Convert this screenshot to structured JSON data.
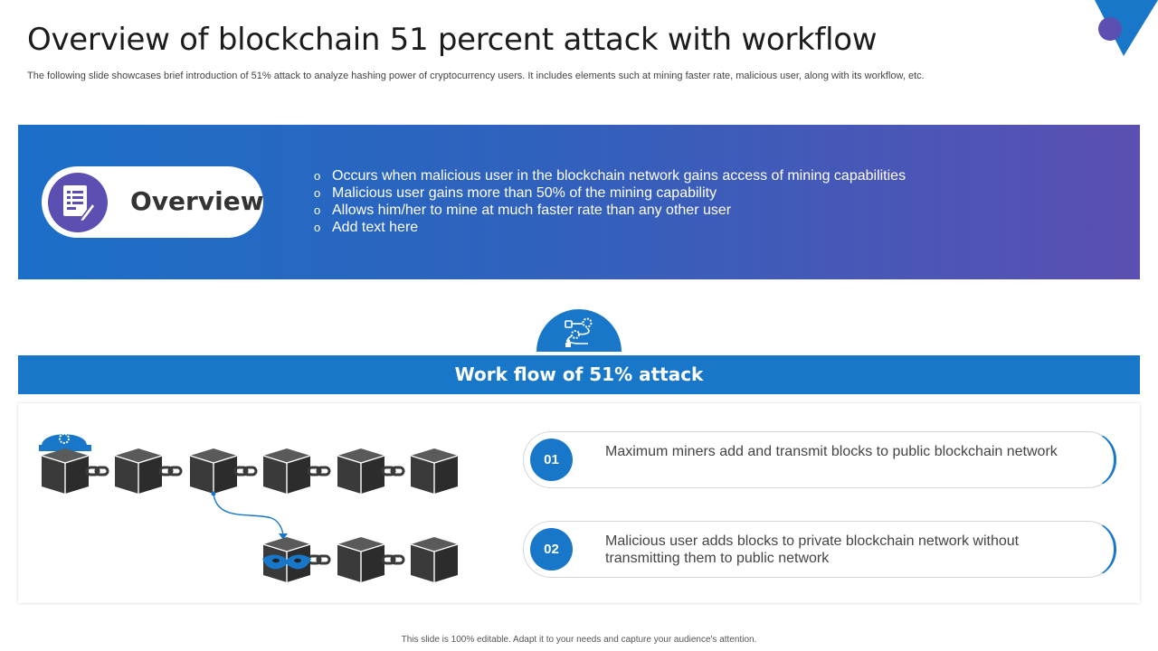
{
  "header": {
    "title": "Overview of blockchain 51 percent attack with workflow",
    "subtitle": "The following slide showcases brief introduction of 51% attack to analyze  hashing power of cryptocurrency users. It includes elements such at mining faster rate, malicious user, along with its workflow, etc."
  },
  "overview": {
    "label": "Overview",
    "icon": "document-pencil-icon",
    "bullet_glyph": "o",
    "points": [
      "Occurs when malicious user in the blockchain network gains access of mining capabilities",
      "Malicious user gains more than 50% of the mining capability",
      "Allows him/her to mine at much faster rate than any other user",
      "Add text here"
    ]
  },
  "workflow": {
    "title": "Work flow of 51% attack",
    "icon": "workflow-gears-icon",
    "steps": [
      {
        "number": "01",
        "text": "Maximum miners add and transmit blocks to public blockchain network"
      },
      {
        "number": "02",
        "text": "Malicious user adds blocks to private blockchain network without transmitting them to public network"
      }
    ]
  },
  "footer": {
    "note": "This slide is 100% editable.  Adapt it to your needs and capture your audience's attention."
  },
  "colors": {
    "primary_blue": "#1877c9",
    "gradient_start": "#1b6fc8",
    "gradient_end": "#5b4fb2",
    "accent_purple": "#5b4fb2",
    "block_dark": "#3d3d3d"
  }
}
